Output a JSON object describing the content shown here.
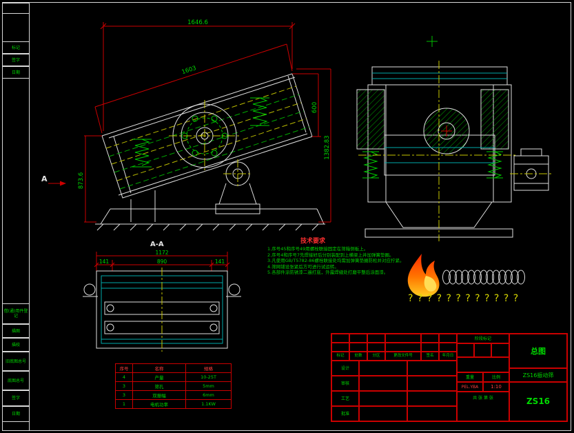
{
  "colors": {
    "background": "#000000",
    "frame_white": "#d9d9d9",
    "dimension_red": "#cc0000",
    "text_green": "#00d800",
    "centerline_yellow": "#c9c900",
    "detail_cyan": "#00aaaa",
    "flame_orange": "#ff6600"
  },
  "margin": {
    "upper_blocks": [
      {
        "label": "标记"
      },
      {
        "label": "签字"
      },
      {
        "label": "日期"
      }
    ],
    "lower_blocks": [
      {
        "label": "借(通)用件登记"
      },
      {
        "label": "描图"
      },
      {
        "label": "描校"
      },
      {
        "label": "旧底图总号"
      },
      {
        "label": "底图总号"
      },
      {
        "label": "签字"
      },
      {
        "label": "日期"
      }
    ]
  },
  "dims": {
    "overall_length": "1646.6",
    "deck_length": "1603",
    "height_600": "600",
    "overall_height": "1382.83",
    "left_height": "873.6",
    "section_width": "1172",
    "section_inner": "890",
    "section_left": "141",
    "section_right": "141"
  },
  "labels": {
    "section_mark": "A",
    "section_title": "A-A"
  },
  "tech": {
    "title": "技术要求",
    "items": [
      "1.序号45和序号49用螺栓联接固定在筛箱侧板上。",
      "2.序号4和序号7先焊接好后分别装配到上横梁上并加弹簧垫圈。",
      "3.凡使用GB/T5782-86螺栓联接处均需加弹簧垫圈防松并对应拧紧。",
      "4.筛网铺设张紧后方可进行试运转。",
      "5.各部件涂防锈漆二遍打底，外露焊缝处打磨平整后涂面漆。"
    ]
  },
  "spec_table": {
    "headers": [
      "序号",
      "名称",
      "规格"
    ],
    "rows": [
      [
        "4",
        "产量",
        "10-25T"
      ],
      [
        "3",
        "筛孔",
        "5mm"
      ],
      [
        "3",
        "双振幅",
        "6mm"
      ],
      [
        "1",
        "电机功率",
        "1.1KW"
      ]
    ]
  },
  "title_block": {
    "rev_headers": [
      "标记",
      "处数",
      "分区",
      "更改文件号",
      "签名",
      "年月日"
    ],
    "sign_rows": [
      "设计",
      "审核",
      "工艺",
      "批准"
    ],
    "stage_label": "阶段标记",
    "weight_label": "重量",
    "scale_label": "比例",
    "weight_value": "PEL.YBA",
    "scale_value": "1:10",
    "sheets_label": "共 张 第 张",
    "drawing_type": "总图",
    "product_name": "ZS16振动筛",
    "drawing_no": "ZS16"
  },
  "decor": {
    "question_marks": "? ? ? ? ? ? ? ? ? ? ? ?"
  }
}
